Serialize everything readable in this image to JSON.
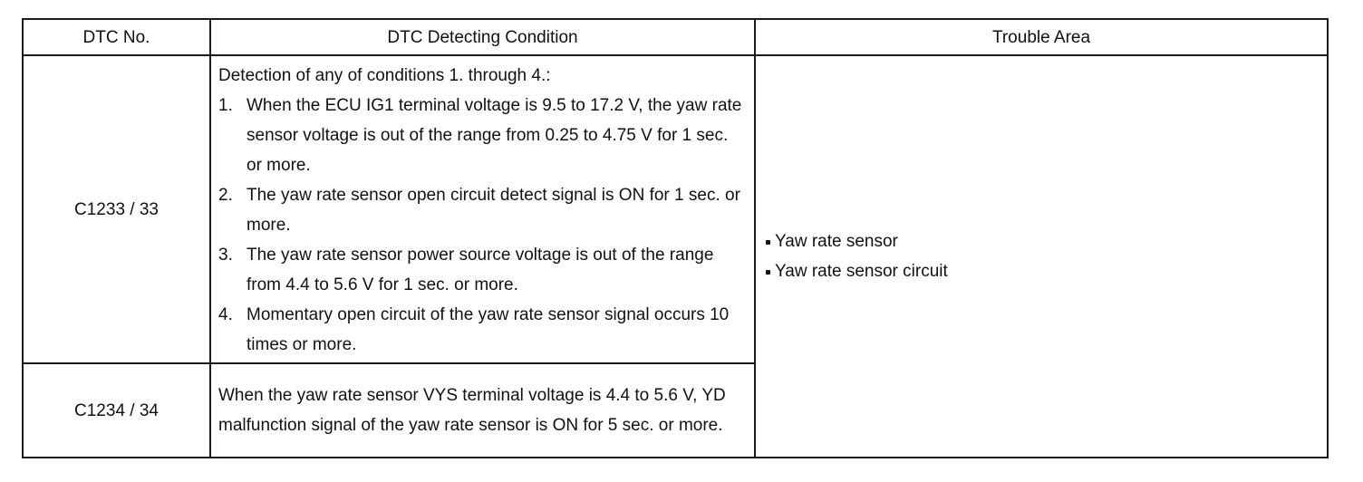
{
  "table": {
    "headers": {
      "code": "DTC No.",
      "condition": "DTC Detecting Condition",
      "trouble_area": "Trouble Area"
    },
    "rows": [
      {
        "code": "C1233 / 33",
        "condition_intro": "Detection of any of conditions 1. through 4.:",
        "conditions": [
          {
            "num": "1.",
            "text": "When the ECU IG1 terminal voltage is 9.5 to 17.2 V, the yaw rate sensor voltage is out of the range from 0.25 to 4.75 V for 1 sec. or more."
          },
          {
            "num": "2.",
            "text": "The yaw rate sensor open circuit detect signal is ON for 1 sec. or more."
          },
          {
            "num": "3.",
            "text": "The yaw rate sensor power source voltage is out of the range from 4.4 to 5.6 V for 1 sec. or more."
          },
          {
            "num": "4.",
            "text": "Momentary open circuit of the yaw rate sensor signal occurs 10 times or more."
          }
        ]
      },
      {
        "code": "C1234 / 34",
        "condition_text": "When the yaw rate sensor VYS terminal voltage is 4.4 to 5.6 V, YD malfunction signal of the yaw rate sensor is ON for 5 sec. or more."
      }
    ],
    "trouble_areas": [
      "Yaw rate sensor",
      "Yaw rate sensor circuit"
    ]
  }
}
